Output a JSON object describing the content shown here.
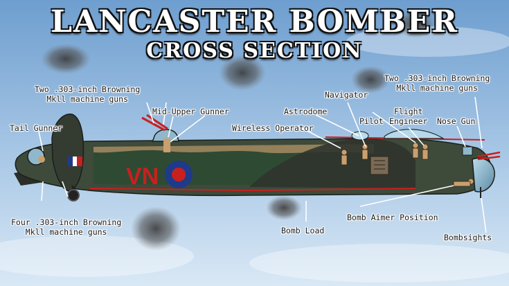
{
  "title": "LANCASTER BOMBER",
  "subtitle": "CROSS SECTION",
  "aircraft_code": "VN",
  "colors": {
    "sky_top": "#6f9fcf",
    "sky_bottom": "#d6e6f5",
    "fuselage": "#3e4a3a",
    "fuselage_dark": "#2f342d",
    "interior_green": "#2e4a33",
    "interior_tan": "#a68a62",
    "roundel_blue": "#1f3a8a",
    "roundel_red": "#c8201e",
    "code_red": "#c8201e",
    "leader_line": "#ffffff"
  },
  "labels": {
    "tail_guns": "Two .303-inch Browning\nMkll machine guns",
    "mid_upper_gunner": "Mid-Upper Gunner",
    "tail_gunner": "Tail Gunner",
    "nose_guns": "Two .303-inch Browning\nMkll machine guns",
    "navigator": "Navigator",
    "astrodome": "Astrodome",
    "wireless_operator": "Wireless Operator",
    "pilot": "Pilot",
    "flight_engineer": "Flight\nEngineer",
    "nose_gun": "Nose Gun",
    "rear_guns": "Four .303-inch Browning\nMkll machine guns",
    "bomb_load": "Bomb Load",
    "bomb_aimer_position": "Bomb Aimer Position",
    "bombsights": "Bombsights"
  }
}
